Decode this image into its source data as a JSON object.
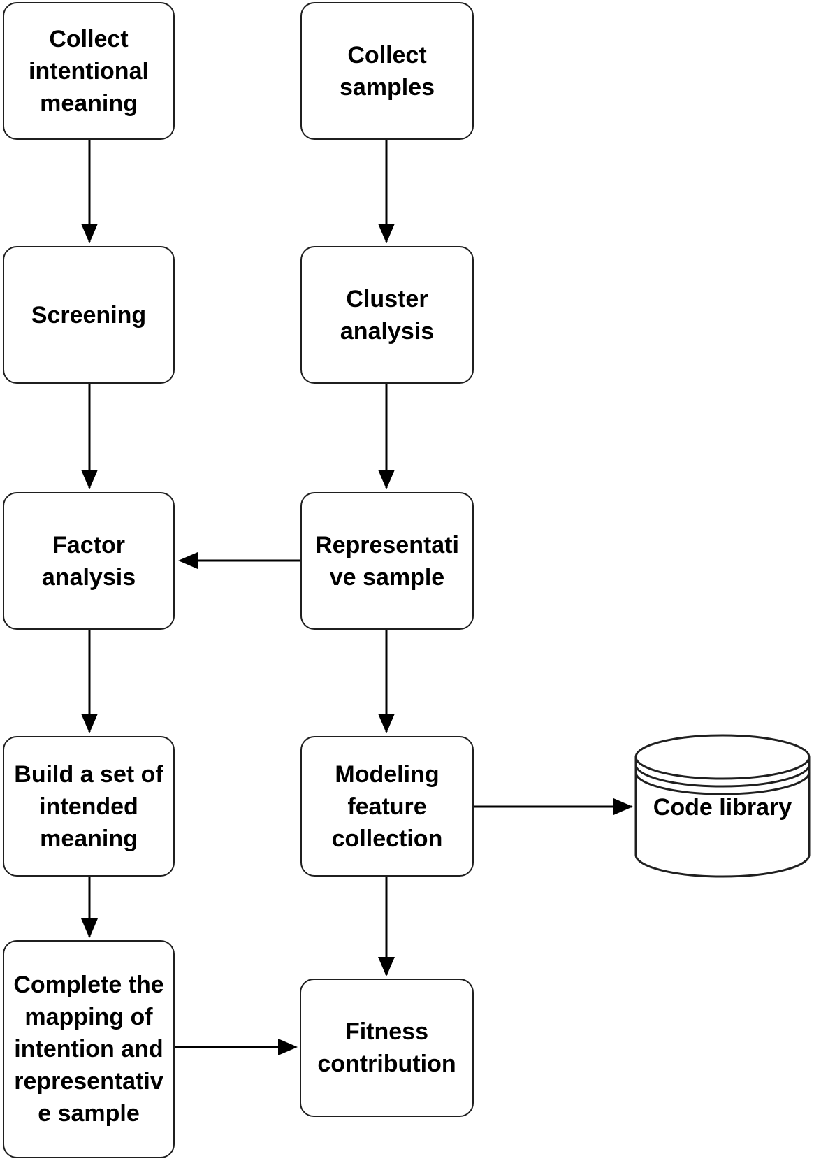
{
  "diagram": {
    "type": "flowchart",
    "colors": {
      "background": "#ffffff",
      "node_fill": "#ffffff",
      "node_border": "#1f1f1f",
      "text": "#000000",
      "arrow": "#000000"
    },
    "nodes": {
      "collect_intentional": {
        "shape": "rounded-rect",
        "lines": [
          "Collect",
          "intentional",
          "meaning"
        ],
        "label": "Collect intentional meaning"
      },
      "collect_samples": {
        "shape": "rounded-rect",
        "lines": [
          "Collect",
          "samples"
        ],
        "label": "Collect samples"
      },
      "screening": {
        "shape": "rounded-rect",
        "lines": [
          "Screening"
        ],
        "label": "Screening"
      },
      "cluster_analysis": {
        "shape": "rounded-rect",
        "lines": [
          "Cluster",
          "analysis"
        ],
        "label": "Cluster analysis"
      },
      "factor_analysis": {
        "shape": "rounded-rect",
        "lines": [
          "Factor",
          "analysis"
        ],
        "label": "Factor analysis"
      },
      "representative_sample": {
        "shape": "rounded-rect",
        "lines": [
          "Representati",
          "ve sample"
        ],
        "label": "Representative sample"
      },
      "build_intended_set": {
        "shape": "rounded-rect",
        "lines": [
          "Build a set of",
          "intended",
          "meaning"
        ],
        "label": "Build a set of intended meaning"
      },
      "modeling_feature_collection": {
        "shape": "rounded-rect",
        "lines": [
          "Modeling",
          "feature",
          "collection"
        ],
        "label": "Modeling feature collection"
      },
      "code_library": {
        "shape": "cylinder",
        "lines": [
          "Code library"
        ],
        "label": "Code library"
      },
      "complete_mapping": {
        "shape": "rounded-rect",
        "lines": [
          "Complete the",
          "mapping of",
          "intention and",
          "representativ",
          "e sample"
        ],
        "label": "Complete the mapping of intention and representative sample"
      },
      "fitness_contribution": {
        "shape": "rounded-rect",
        "lines": [
          "Fitness",
          "contribution"
        ],
        "label": "Fitness contribution"
      }
    },
    "edges": [
      {
        "from": "Collect intentional meaning",
        "to": "Screening",
        "direction": "down"
      },
      {
        "from": "Collect samples",
        "to": "Cluster analysis",
        "direction": "down"
      },
      {
        "from": "Screening",
        "to": "Factor analysis",
        "direction": "down"
      },
      {
        "from": "Cluster analysis",
        "to": "Representative sample",
        "direction": "down"
      },
      {
        "from": "Representative sample",
        "to": "Factor analysis",
        "direction": "left"
      },
      {
        "from": "Factor analysis",
        "to": "Build a set of intended meaning",
        "direction": "down"
      },
      {
        "from": "Representative sample",
        "to": "Modeling feature collection",
        "direction": "down"
      },
      {
        "from": "Modeling feature collection",
        "to": "Code library",
        "direction": "right"
      },
      {
        "from": "Build a set of intended meaning",
        "to": "Complete the mapping of intention and representative sample",
        "direction": "down"
      },
      {
        "from": "Modeling feature collection",
        "to": "Fitness contribution",
        "direction": "down"
      },
      {
        "from": "Complete the mapping of intention and representative sample",
        "to": "Fitness contribution",
        "direction": "right"
      }
    ]
  }
}
